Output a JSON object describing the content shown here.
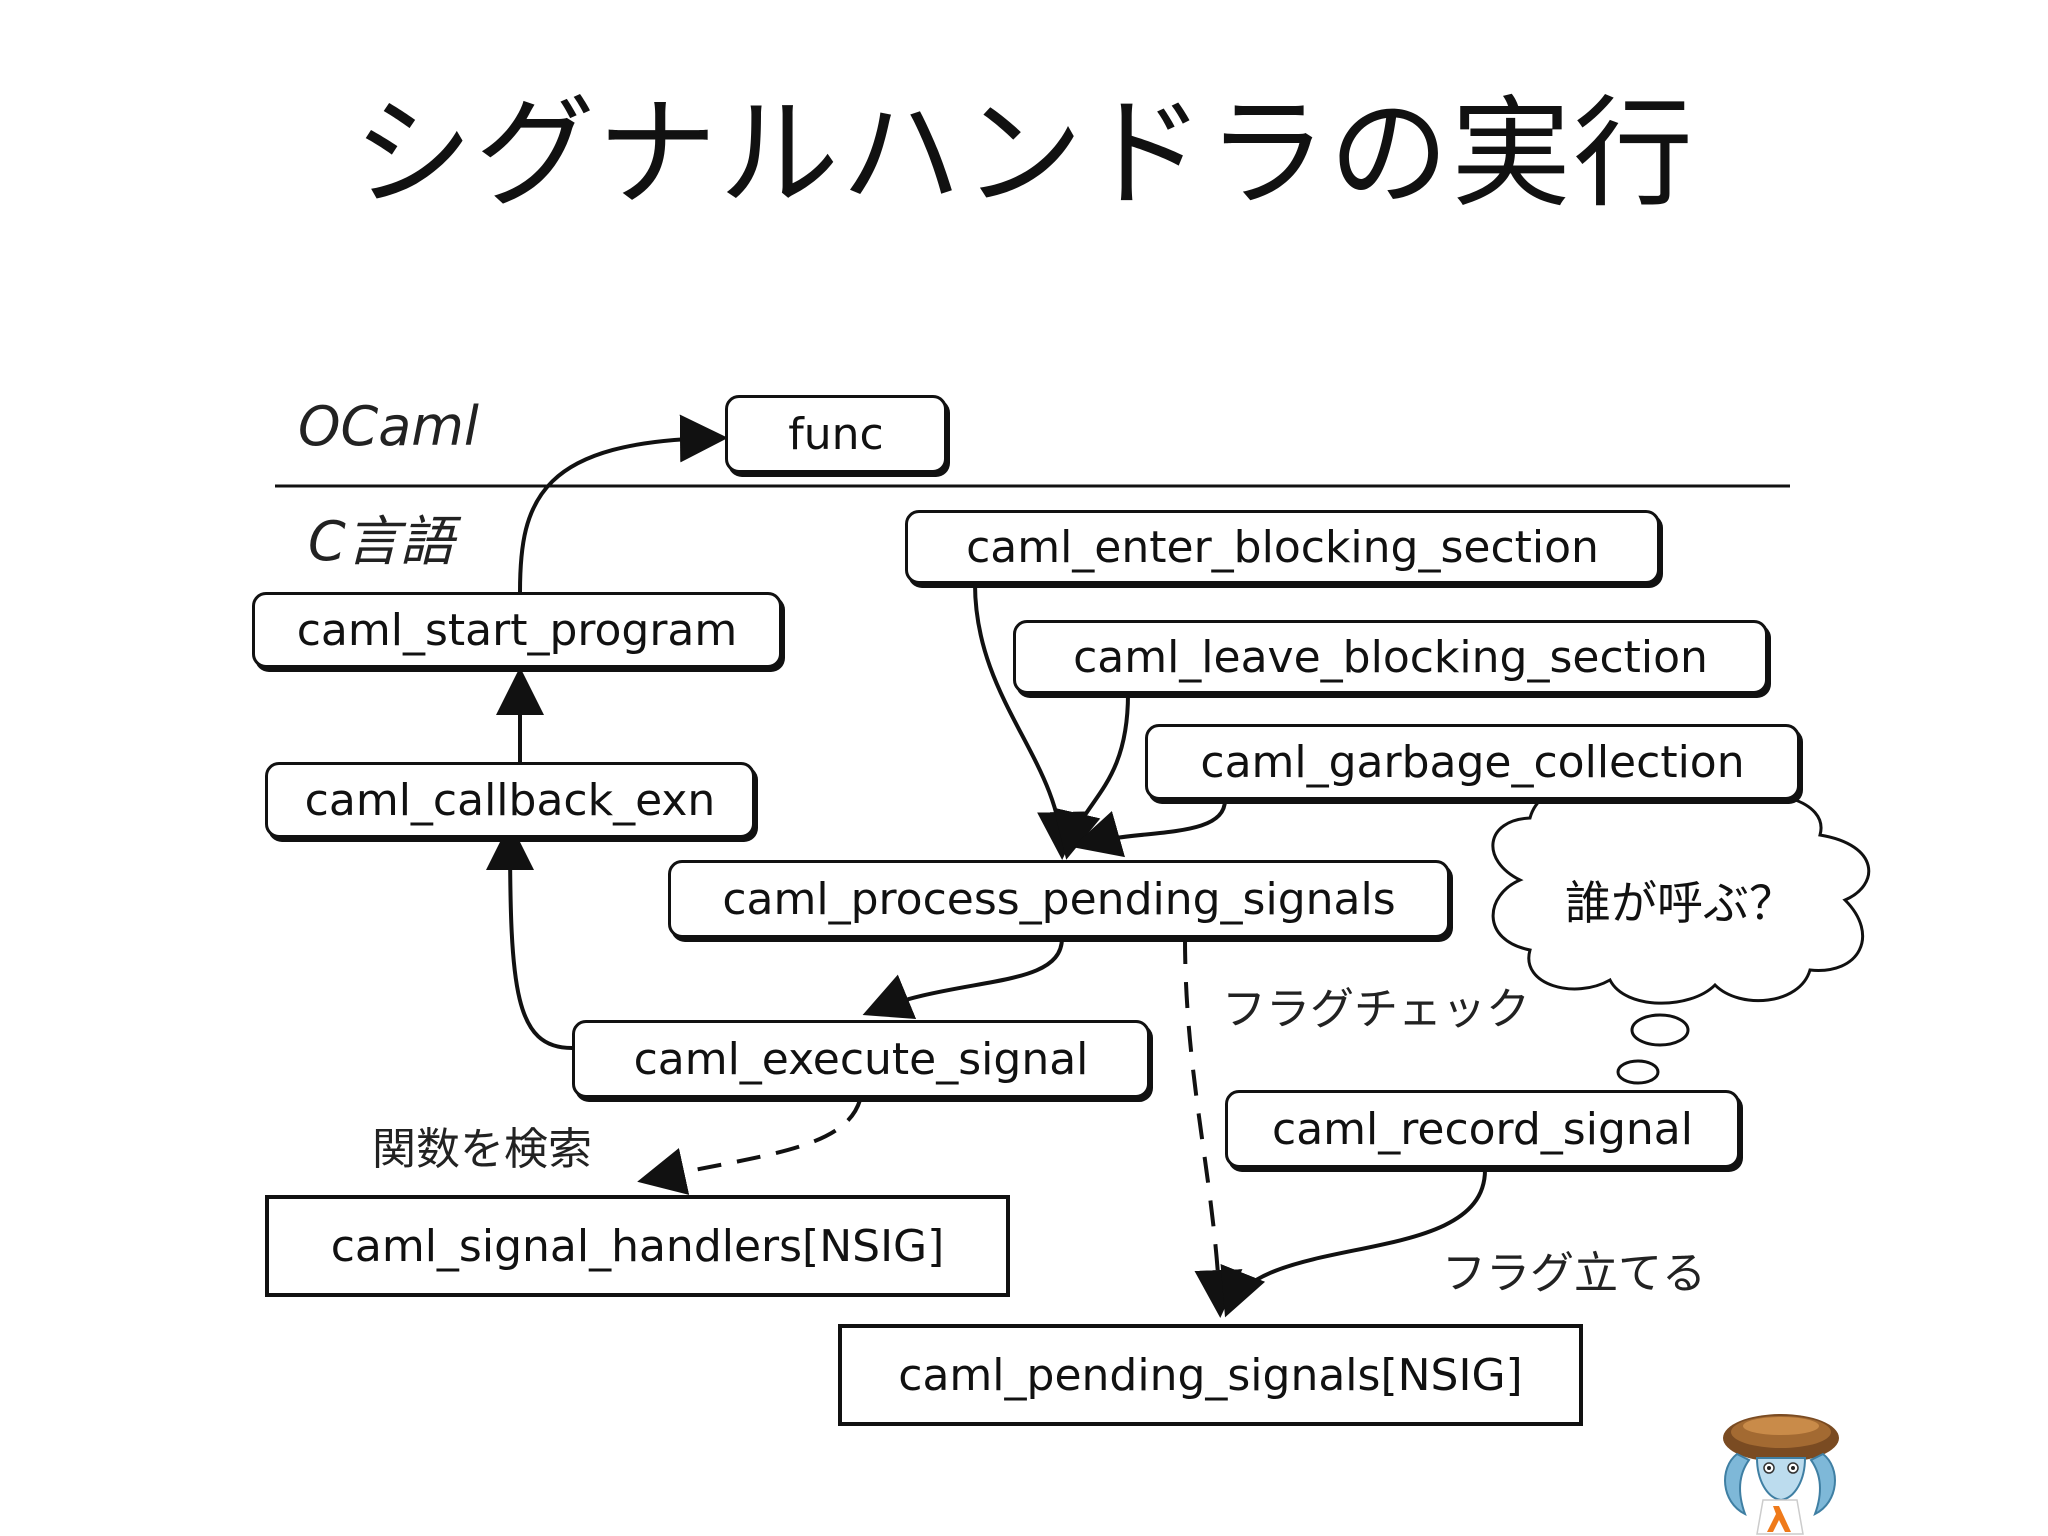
{
  "title": "シグナルハンドラの実行",
  "layers": {
    "ocaml": "OCaml",
    "c": "C言語"
  },
  "nodes": {
    "func": "func",
    "caml_start_program": "caml_start_program",
    "caml_callback_exn": "caml_callback_exn",
    "caml_enter_blocking_section": "caml_enter_blocking_section",
    "caml_leave_blocking_section": "caml_leave_blocking_section",
    "caml_garbage_collection": "caml_garbage_collection",
    "caml_process_pending_signals": "caml_process_pending_signals",
    "caml_execute_signal": "caml_execute_signal",
    "caml_record_signal": "caml_record_signal",
    "caml_signal_handlers": "caml_signal_handlers[NSIG]",
    "caml_pending_signals": "caml_pending_signals[NSIG]"
  },
  "annotations": {
    "search_function": "関数を検索",
    "flag_check": "フラグチェック",
    "set_flag": "フラグ立てる",
    "who_calls": "誰が呼ぶ？"
  }
}
